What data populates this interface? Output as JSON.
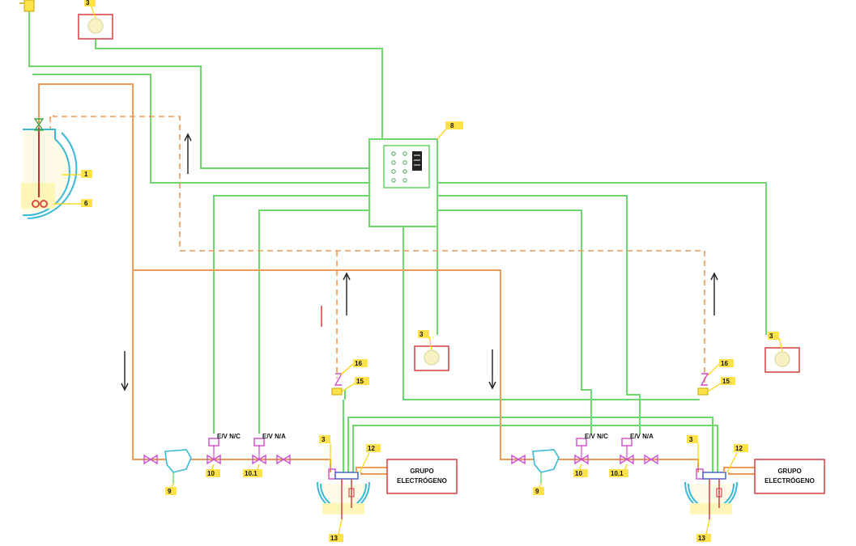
{
  "colors": {
    "signal_line": "#6dd86d",
    "fuel_line": "#ef9a55",
    "callout": "#ffe24a",
    "box_outline": "#d94a4a",
    "valve": "#d04ad0",
    "tank": "#39b8d8"
  },
  "callouts": {
    "c_3_top": "3",
    "c_8": "8",
    "c_1": "1",
    "c_6": "6",
    "c_3_mid": "3",
    "c_3_right": "3",
    "c_16_a": "16",
    "c_15_a": "15",
    "c_16_b": "16",
    "c_15_b": "15",
    "c_9_a": "9",
    "c_10_a": "10",
    "c_101_a": "10.1",
    "c_3_a": "3",
    "c_12_a": "12",
    "c_13_a": "13",
    "c_9_b": "9",
    "c_10_b": "10",
    "c_101_b": "10.1",
    "c_3_b": "3",
    "c_12_b": "12",
    "c_13_b": "13"
  },
  "valve_labels": {
    "nc_a": "E/V N/C",
    "na_a": "E/V N/A",
    "nc_b": "E/V N/C",
    "na_b": "E/V N/A"
  },
  "generator_boxes": {
    "left": {
      "line1": "GRUPO",
      "line2": "ELECTRÓGENO"
    },
    "right": {
      "line1": "GRUPO",
      "line2": "ELECTRÓGENO"
    }
  }
}
